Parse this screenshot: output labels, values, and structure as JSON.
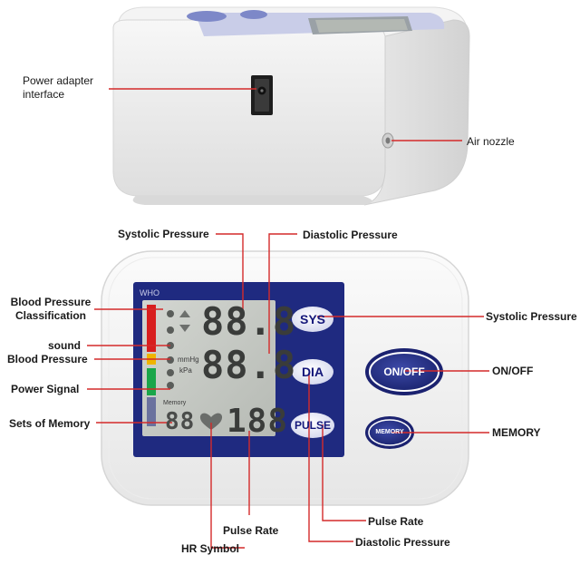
{
  "device": {
    "brand_label": "WHO",
    "buttons": {
      "sys": "SYS",
      "dia": "DIA",
      "pulse": "PULSE",
      "on_off": "ON/OFF",
      "memory": "MEMORY"
    },
    "lcd": {
      "systolic_digits": "88.8",
      "diastolic_digits": "88.8",
      "pulse_digits": "188",
      "memory_digits": "88",
      "unit_mmhg": "mmHg",
      "unit_kpa": "kPa",
      "memory_word": "Memory"
    }
  },
  "callouts": {
    "power_adapter": "Power adapter\ninterface",
    "air_nozzle": "Air nozzle",
    "systolic_top": "Systolic Pressure",
    "diastolic_top": "Diastolic Pressure",
    "bp_classification": "Blood Pressure\nClassification",
    "sound": "sound",
    "blood_pressure": "Blood Pressure",
    "power_signal": "Power Signal",
    "sets_of_memory": "Sets of Memory",
    "systolic_right": "Systolic Pressure",
    "on_off": "ON/OFF",
    "memory": "MEMORY",
    "pulse_rate_1": "Pulse Rate",
    "hr_symbol": "HR Symbol",
    "pulse_rate_2": "Pulse Rate",
    "diastolic_bottom": "Diastolic Pressure"
  },
  "colors": {
    "device_body": "#f2f2f2",
    "panel_navy": "#1f2a80",
    "lcd_screen": "#c5c9c4",
    "callout_line": "#d42a2a",
    "button_face": "#e9ebf7",
    "classification_bars": [
      "#d81e1e",
      "#f0b400",
      "#1aa64a"
    ]
  }
}
